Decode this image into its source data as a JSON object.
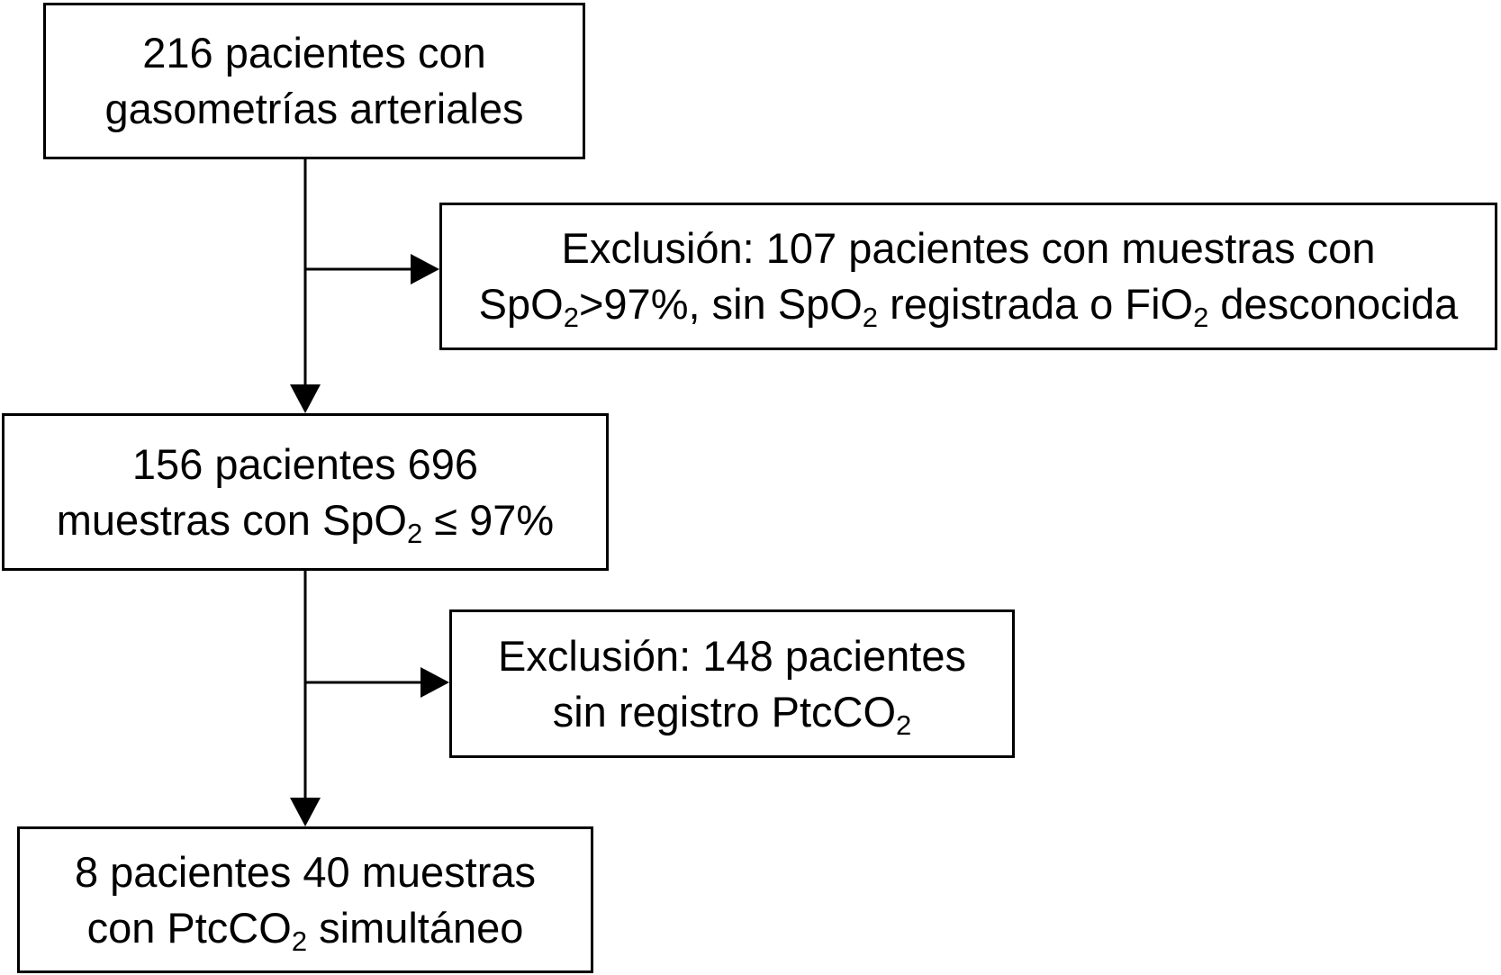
{
  "flowchart": {
    "boxes": [
      {
        "id": "b1",
        "lines": [
          {
            "parts": [
              {
                "t": "216 pacientes con"
              }
            ]
          },
          {
            "parts": [
              {
                "t": "gasometrías arteriales"
              }
            ]
          }
        ]
      },
      {
        "id": "b2",
        "lines": [
          {
            "parts": [
              {
                "t": "Exclusión: 107 pacientes con muestras con"
              }
            ]
          },
          {
            "parts": [
              {
                "t": "SpO"
              },
              {
                "sub": "2"
              },
              {
                "t": ">97%, sin SpO"
              },
              {
                "sub": "2"
              },
              {
                "t": " registrada o FiO"
              },
              {
                "sub": "2"
              },
              {
                "t": " desconocida"
              }
            ]
          }
        ]
      },
      {
        "id": "b3",
        "lines": [
          {
            "parts": [
              {
                "t": "156 pacientes 696"
              }
            ]
          },
          {
            "parts": [
              {
                "t": "muestras con SpO"
              },
              {
                "sub": "2"
              },
              {
                "t": " ≤ 97%"
              }
            ]
          }
        ]
      },
      {
        "id": "b4",
        "lines": [
          {
            "parts": [
              {
                "t": "Exclusión: 148 pacientes"
              }
            ]
          },
          {
            "parts": [
              {
                "t": "sin registro PtcCO"
              },
              {
                "sub": "2"
              }
            ]
          }
        ]
      },
      {
        "id": "b5",
        "lines": [
          {
            "parts": [
              {
                "t": "8 pacientes 40 muestras"
              }
            ]
          },
          {
            "parts": [
              {
                "t": "con PtcCO"
              },
              {
                "sub": "2"
              },
              {
                "t": " simultáneo"
              }
            ]
          }
        ]
      }
    ],
    "edges": [
      {
        "from": "b1",
        "to": "b3"
      },
      {
        "from": "b1",
        "to": "b2"
      },
      {
        "from": "b3",
        "to": "b5"
      },
      {
        "from": "b3",
        "to": "b4"
      }
    ],
    "colors": {
      "stroke": "#000000",
      "fill": "#ffffff"
    }
  }
}
